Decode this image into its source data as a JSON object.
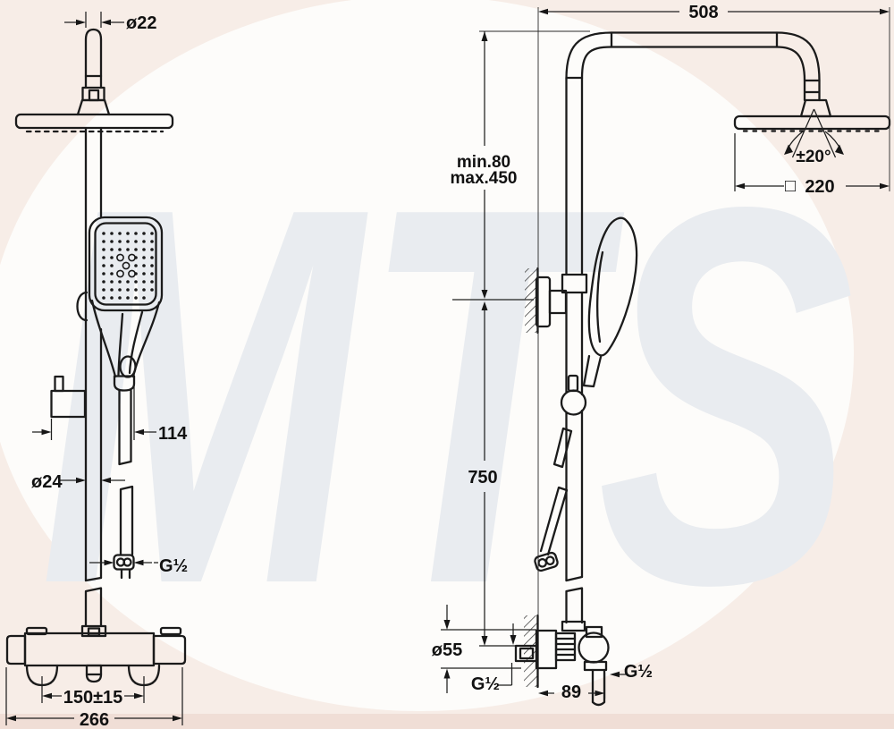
{
  "watermark": {
    "text": "MTS"
  },
  "colors": {
    "background": "#f7ede7",
    "vignette_circle": "#fdfcfa",
    "bottom_strip": "#f0ded6",
    "line": "#1b1b1b",
    "watermark_gray": "#e9ecf0"
  },
  "front_view": {
    "title": "front view of shower column",
    "labels": {
      "head_pipe_diameter": "ø22",
      "holder_offset": "114",
      "riser_diameter": "ø24",
      "hose_thread": "G½",
      "inlet_spacing": "150±15",
      "mixer_width": "266"
    }
  },
  "side_view": {
    "title": "side view of shower column",
    "labels": {
      "arm_reach": "508",
      "head_tilt": "±20°",
      "head_square_symbol": "□",
      "head_size": "220",
      "bracket_min": "min.80",
      "bracket_max": "max.450",
      "riser_length": "750",
      "escutcheon_diameter": "ø55",
      "wall_thread": "G½",
      "mixer_depth": "89",
      "outlet_thread": "G½"
    }
  }
}
